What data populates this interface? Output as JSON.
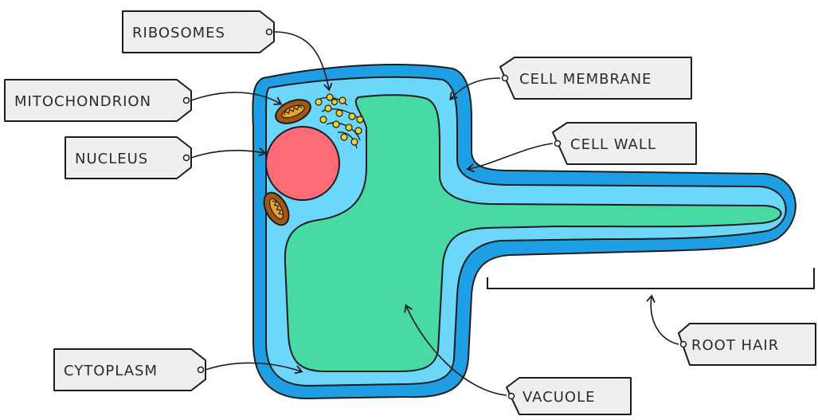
{
  "labels": {
    "ribosomes": "RIBOSOMES",
    "mitochondrion": "MITOCHONDRION",
    "nucleus": "NUCLEUS",
    "cytoplasm": "CYTOPLASM",
    "cell_membrane": "CELL MEMBRANE",
    "cell_wall": "CELL WALL",
    "root_hair": "ROOT HAIR",
    "vacuole": "VACUOLE"
  },
  "colors": {
    "cell_wall": "#1e9fe3",
    "cytoplasm": "#6dd6fb",
    "vacuole": "#48d9a4",
    "nucleus": "#fd6a78",
    "mitochondrion": "#a5570f",
    "mitochondrion_inner": "#e8a431",
    "ribosome": "#f7ce2a",
    "outline": "#1c1c1c",
    "tag_fill": "#efefef"
  }
}
